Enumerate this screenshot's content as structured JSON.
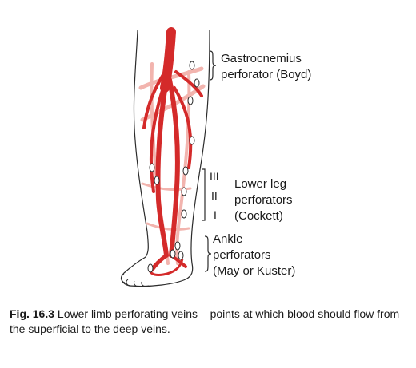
{
  "labels": {
    "gastrocnemius_line1": "Gastrocnemius",
    "gastrocnemius_line2": "perforator (Boyd)",
    "lower_leg_line1": "Lower leg",
    "lower_leg_line2": "perforators",
    "lower_leg_line3": "(Cockett)",
    "roman_3": "III",
    "roman_2": "II",
    "roman_1": "I",
    "ankle_line1": "Ankle",
    "ankle_line2": "perforators",
    "ankle_line3": "(May or Kuster)"
  },
  "caption": {
    "fig_number": "Fig. 16.3",
    "text": " Lower limb perforating veins – points at which blood should flow from the superficial to the deep veins."
  },
  "colors": {
    "deep_vein": "#d42a2a",
    "superficial_vein": "#f2b4ae",
    "outline": "#2b2b2b"
  }
}
